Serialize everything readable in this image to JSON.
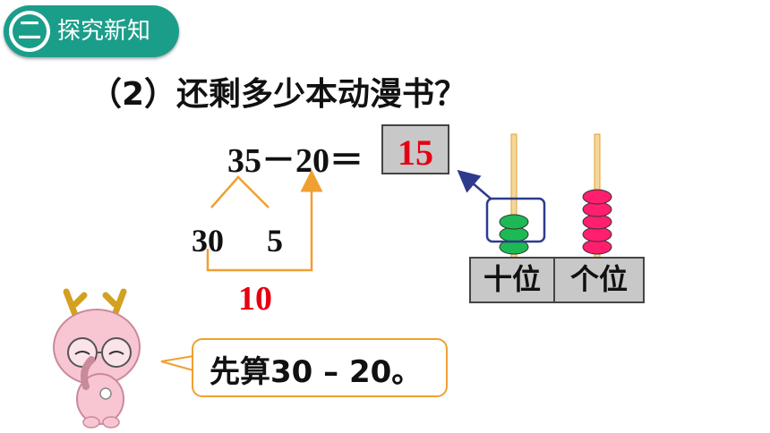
{
  "header": {
    "badge_number": "二",
    "section_title": "探究新知"
  },
  "question": "（2）还剩多少本动漫书？",
  "equation": {
    "left": "35－20＝",
    "answer": "15"
  },
  "decomposition": {
    "tens_part": "30",
    "ones_part": "5",
    "intermediate": "10"
  },
  "abacus": {
    "tens_label": "十位",
    "ones_label": "个位",
    "tens_beads": 3,
    "ones_beads": 5,
    "tens_color": "#1db954",
    "ones_color": "#ff1f6e"
  },
  "speech": {
    "text": "先算30 – 20。"
  },
  "colors": {
    "accent": "#1a9e8a",
    "answer": "#e60012",
    "arrow": "#f0a030"
  }
}
